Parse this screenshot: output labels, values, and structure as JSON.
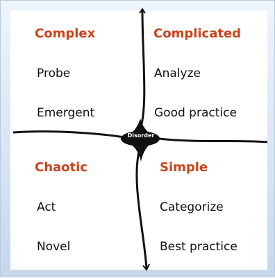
{
  "domains": {
    "complex": {
      "title": "Complex",
      "action": "Probe",
      "practice": "Emergent"
    },
    "complicated": {
      "title": "Complicated",
      "action": "Analyze",
      "practice": "Good practice"
    },
    "chaotic": {
      "title": "Chaotic",
      "action": "Act",
      "practice": "Novel"
    },
    "simple": {
      "title": "Simple",
      "action": "Categorize",
      "practice": "Best practice"
    }
  },
  "center": {
    "label": "Disorder"
  },
  "colors": {
    "heading": "#c8441b",
    "text": "#111111",
    "lines": "#111111",
    "frame": "#d8e5f3"
  }
}
